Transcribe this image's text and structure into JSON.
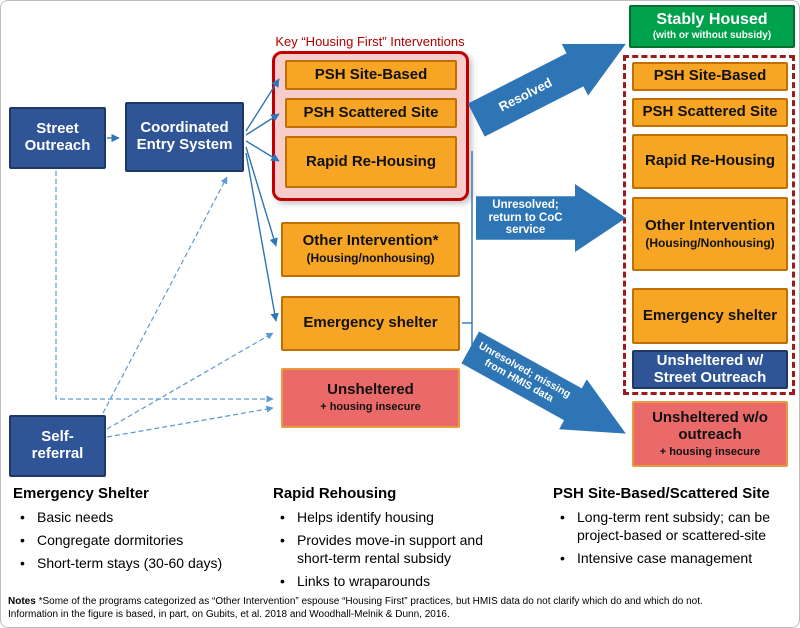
{
  "key_title": "Key “Housing First” Interventions",
  "nodes": {
    "street_outreach": "Street Outreach",
    "coordinated_entry": "Coordinated Entry System",
    "self_referral": "Self-referral",
    "mid": {
      "psh_site": "PSH Site-Based",
      "psh_scattered": "PSH Scattered Site",
      "rapid_rehousing": "Rapid Re-Housing",
      "other_label": "Other Intervention*",
      "other_sub": "(Housing/nonhousing)",
      "emergency_shelter": "Emergency shelter",
      "unsheltered_label": "Unsheltered",
      "unsheltered_sub": "+ housing insecure"
    },
    "right": {
      "stably_housed_label": "Stably Housed",
      "stably_housed_sub": "(with or without subsidy)",
      "psh_site": "PSH Site-Based",
      "psh_scattered": "PSH Scattered Site",
      "rapid_rehousing": "Rapid Re-Housing",
      "other_label": "Other Intervention",
      "other_sub": "(Housing/Nonhousing)",
      "emergency_shelter": "Emergency shelter",
      "unsheltered_with": "Unsheltered w/ Street Outreach",
      "unsheltered_without_label": "Unsheltered w/o outreach",
      "unsheltered_without_sub": "+ housing insecure"
    }
  },
  "arrows": {
    "resolved": "Resolved",
    "unresolved_return": "Unresolved; return to CoC service",
    "unresolved_missing": "Unresolved; missing from HMIS data"
  },
  "legend_sections": [
    {
      "title": "Emergency Shelter",
      "bullets": [
        "Basic needs",
        "Congregate dormitories",
        "Short-term stays (30-60 days)"
      ]
    },
    {
      "title": "Rapid Rehousing",
      "bullets": [
        "Helps identify housing",
        "Provides move-in support and short-term rental subsidy",
        "Links to wraparounds"
      ]
    },
    {
      "title": "PSH Site-Based/Scattered Site",
      "bullets": [
        "Long-term rent subsidy; can be project-based or scattered-site",
        "Intensive case management"
      ]
    }
  ],
  "notes": {
    "label": "Notes",
    "line1": "*Some of the programs categorized as “Other Intervention” espouse “Housing First” practices, but HMIS data do not clarify which do and which do not.",
    "line2": "Information in the figure is based, in part, on Gubits, et al. 2018 and Woodhall-Melnik & Dunn, 2016."
  },
  "colors": {
    "box_blue": "#2F5597",
    "arrow_blue": "#2E75B6",
    "dashed_line_blue": "#5B9BD5",
    "orange": "#F6A525",
    "salmon": "#E96A68",
    "green": "#00A14B",
    "pink_fill": "#F7CDCB",
    "red_border": "#C00000",
    "dark_red_dashed": "#9E1B1B"
  }
}
